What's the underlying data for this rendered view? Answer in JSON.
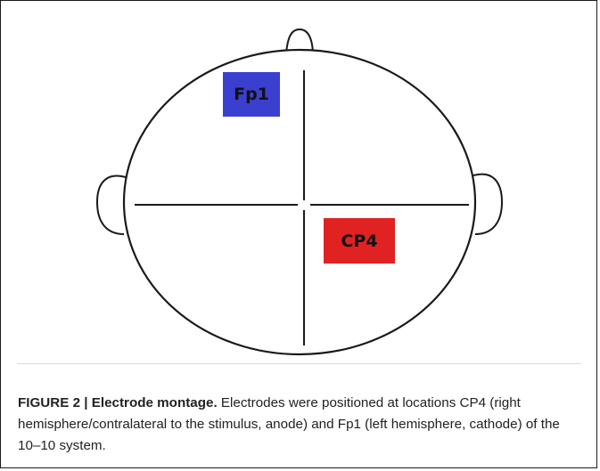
{
  "figure": {
    "electrodes": {
      "fp1": {
        "label": "Fp1",
        "color": "#3b3fcf"
      },
      "cp4": {
        "label": "CP4",
        "color": "#e02222"
      }
    },
    "head": {
      "outline_color": "#1a1a1a"
    }
  },
  "caption": {
    "label": "FIGURE 2 | Electrode montage.",
    "text": " Electrodes were positioned at locations CP4 (right hemisphere/contralateral to the stimulus, anode) and Fp1 (left hemisphere, cathode) of the 10–10 system."
  }
}
